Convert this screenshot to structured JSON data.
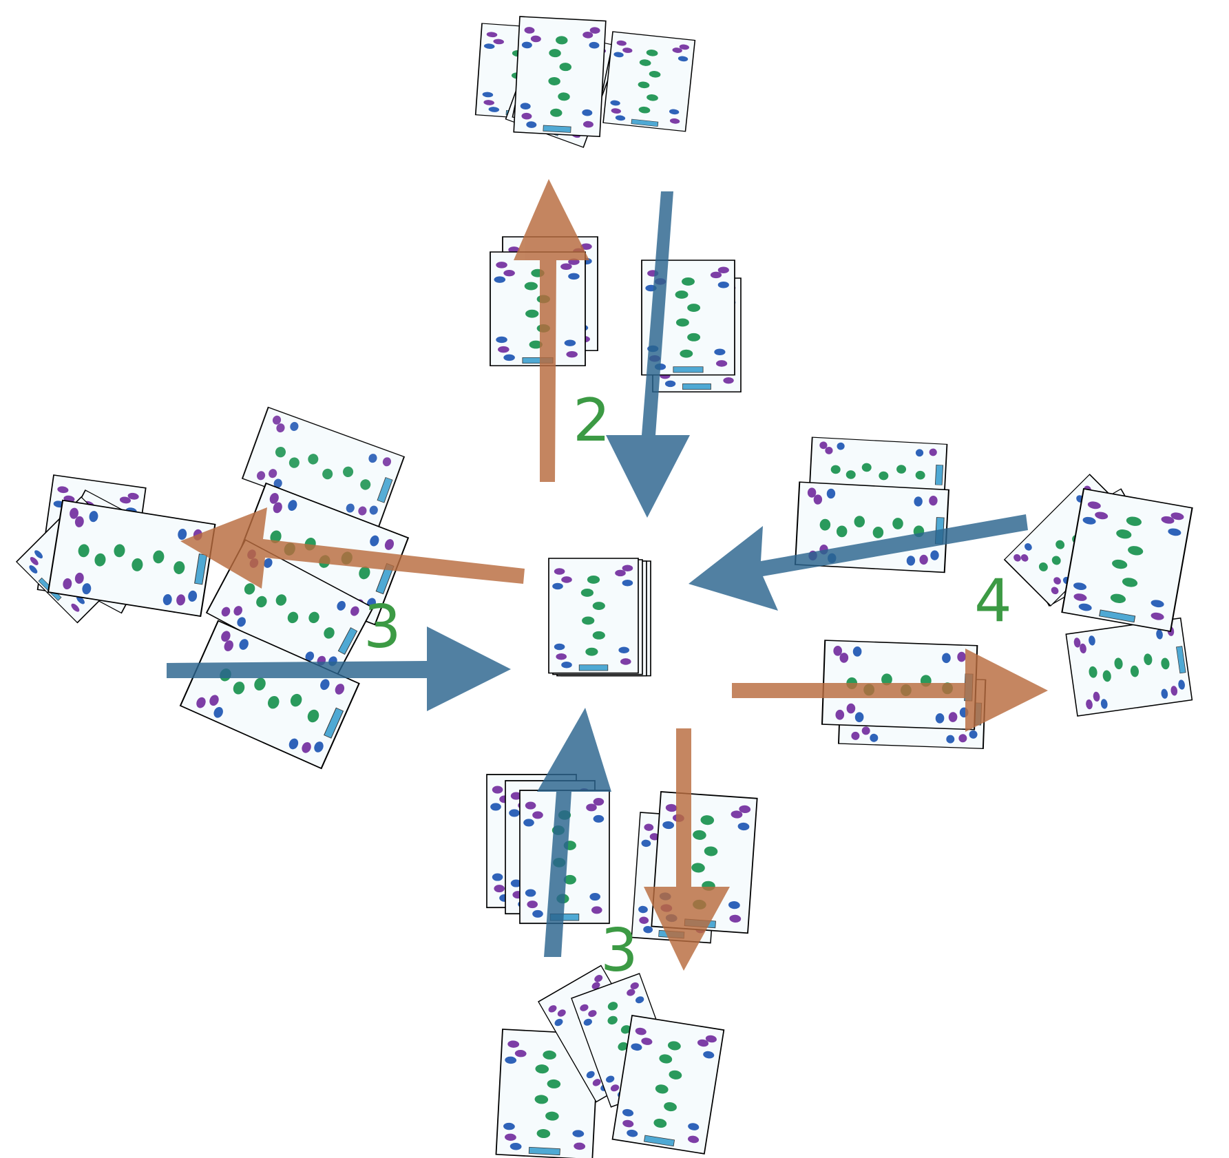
{
  "colors": {
    "pass_arrow": "#b86b3e",
    "receive_arrow": "#3a6f96",
    "label": "#3c9a44",
    "card_bg": "#f6fbfd",
    "motif_green": "#2a9a5c",
    "motif_purple": "#7d3ea6",
    "motif_blue": "#2f63b9",
    "badge": "#4fa9d4"
  },
  "labels": {
    "north": "2",
    "west": "3",
    "east": "4",
    "south": "3"
  }
}
